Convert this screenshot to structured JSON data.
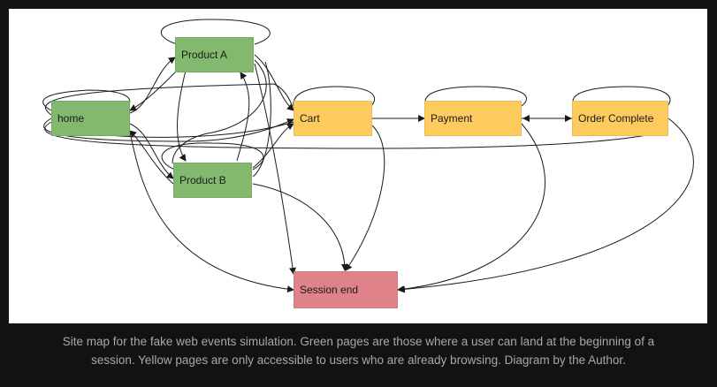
{
  "diagram": {
    "nodes": [
      {
        "id": "home",
        "label": "home",
        "category": "landing"
      },
      {
        "id": "product-a",
        "label": "Product A",
        "category": "landing"
      },
      {
        "id": "product-b",
        "label": "Product B",
        "category": "landing"
      },
      {
        "id": "cart",
        "label": "Cart",
        "category": "browsing"
      },
      {
        "id": "payment",
        "label": "Payment",
        "category": "browsing"
      },
      {
        "id": "order-complete",
        "label": "Order Complete",
        "category": "browsing"
      },
      {
        "id": "session-end",
        "label": "Session end",
        "category": "end"
      }
    ],
    "edges": [
      [
        "home",
        "product-a"
      ],
      [
        "home",
        "product-b"
      ],
      [
        "home",
        "cart"
      ],
      [
        "home",
        "session-end"
      ],
      [
        "product-a",
        "home"
      ],
      [
        "product-a",
        "product-b"
      ],
      [
        "product-a",
        "cart"
      ],
      [
        "product-a",
        "session-end"
      ],
      [
        "product-b",
        "home"
      ],
      [
        "product-b",
        "product-a"
      ],
      [
        "product-b",
        "cart"
      ],
      [
        "product-b",
        "session-end"
      ],
      [
        "cart",
        "home"
      ],
      [
        "cart",
        "payment"
      ],
      [
        "cart",
        "session-end"
      ],
      [
        "payment",
        "order-complete"
      ],
      [
        "payment",
        "session-end"
      ],
      [
        "order-complete",
        "payment"
      ],
      [
        "order-complete",
        "session-end"
      ],
      [
        "product-a",
        "product-a"
      ],
      [
        "product-b",
        "product-b"
      ],
      [
        "cart",
        "cart"
      ],
      [
        "payment",
        "payment"
      ],
      [
        "order-complete",
        "order-complete"
      ],
      [
        "home",
        "home"
      ]
    ],
    "colors": {
      "landing": "#82b96e",
      "browsing": "#fecb5f",
      "end": "#e0828a",
      "edge": "#1a1a1a"
    }
  },
  "caption": {
    "line1": "Site map for the fake web events simulation. Green pages are those where a user can land at the beginning of a",
    "line2": "session. Yellow pages are only accessible to users who are already browsing. Diagram by the Author."
  }
}
